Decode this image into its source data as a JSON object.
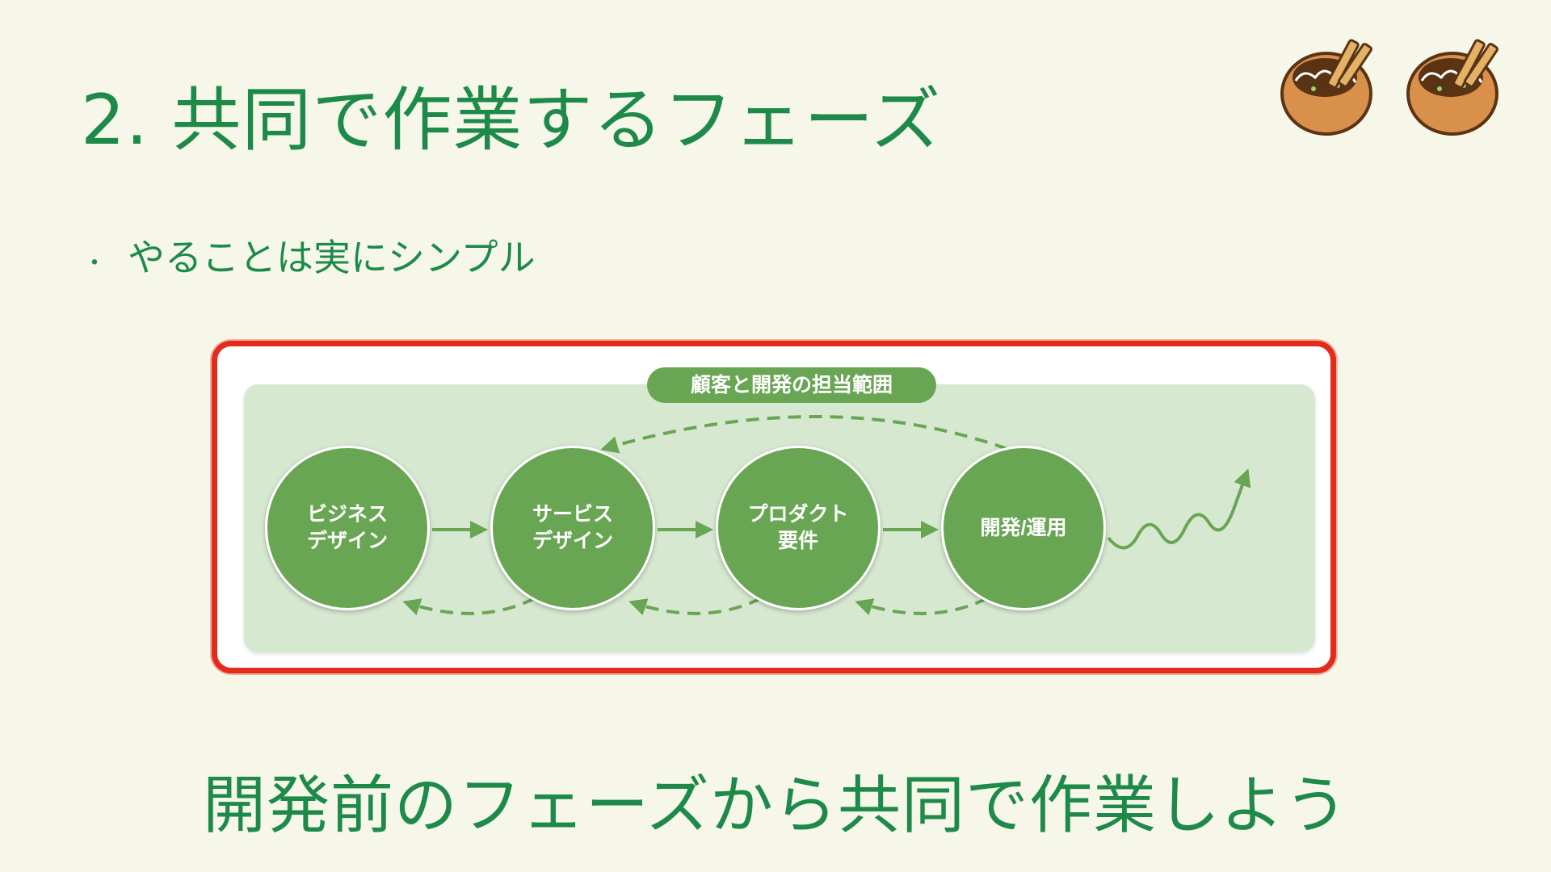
{
  "title": "2. 共同で作業するフェーズ",
  "bullet": {
    "marker": "・",
    "text": "やることは実にシンプル"
  },
  "diagram": {
    "scope_label": "顧客と開発の担当範囲",
    "steps": [
      {
        "label": "ビジネス\nデザイン"
      },
      {
        "label": "サービス\nデザイン"
      },
      {
        "label": "プロダクト\n要件"
      },
      {
        "label": "開発/運用"
      }
    ]
  },
  "tagline": "開発前のフェーズから共同で作業しよう",
  "colors": {
    "background": "#f6f7e8",
    "text_green": "#1e8a4a",
    "circle_green": "#69a654",
    "panel_green": "#d7e8d1",
    "highlight_red": "#e32b1c"
  }
}
